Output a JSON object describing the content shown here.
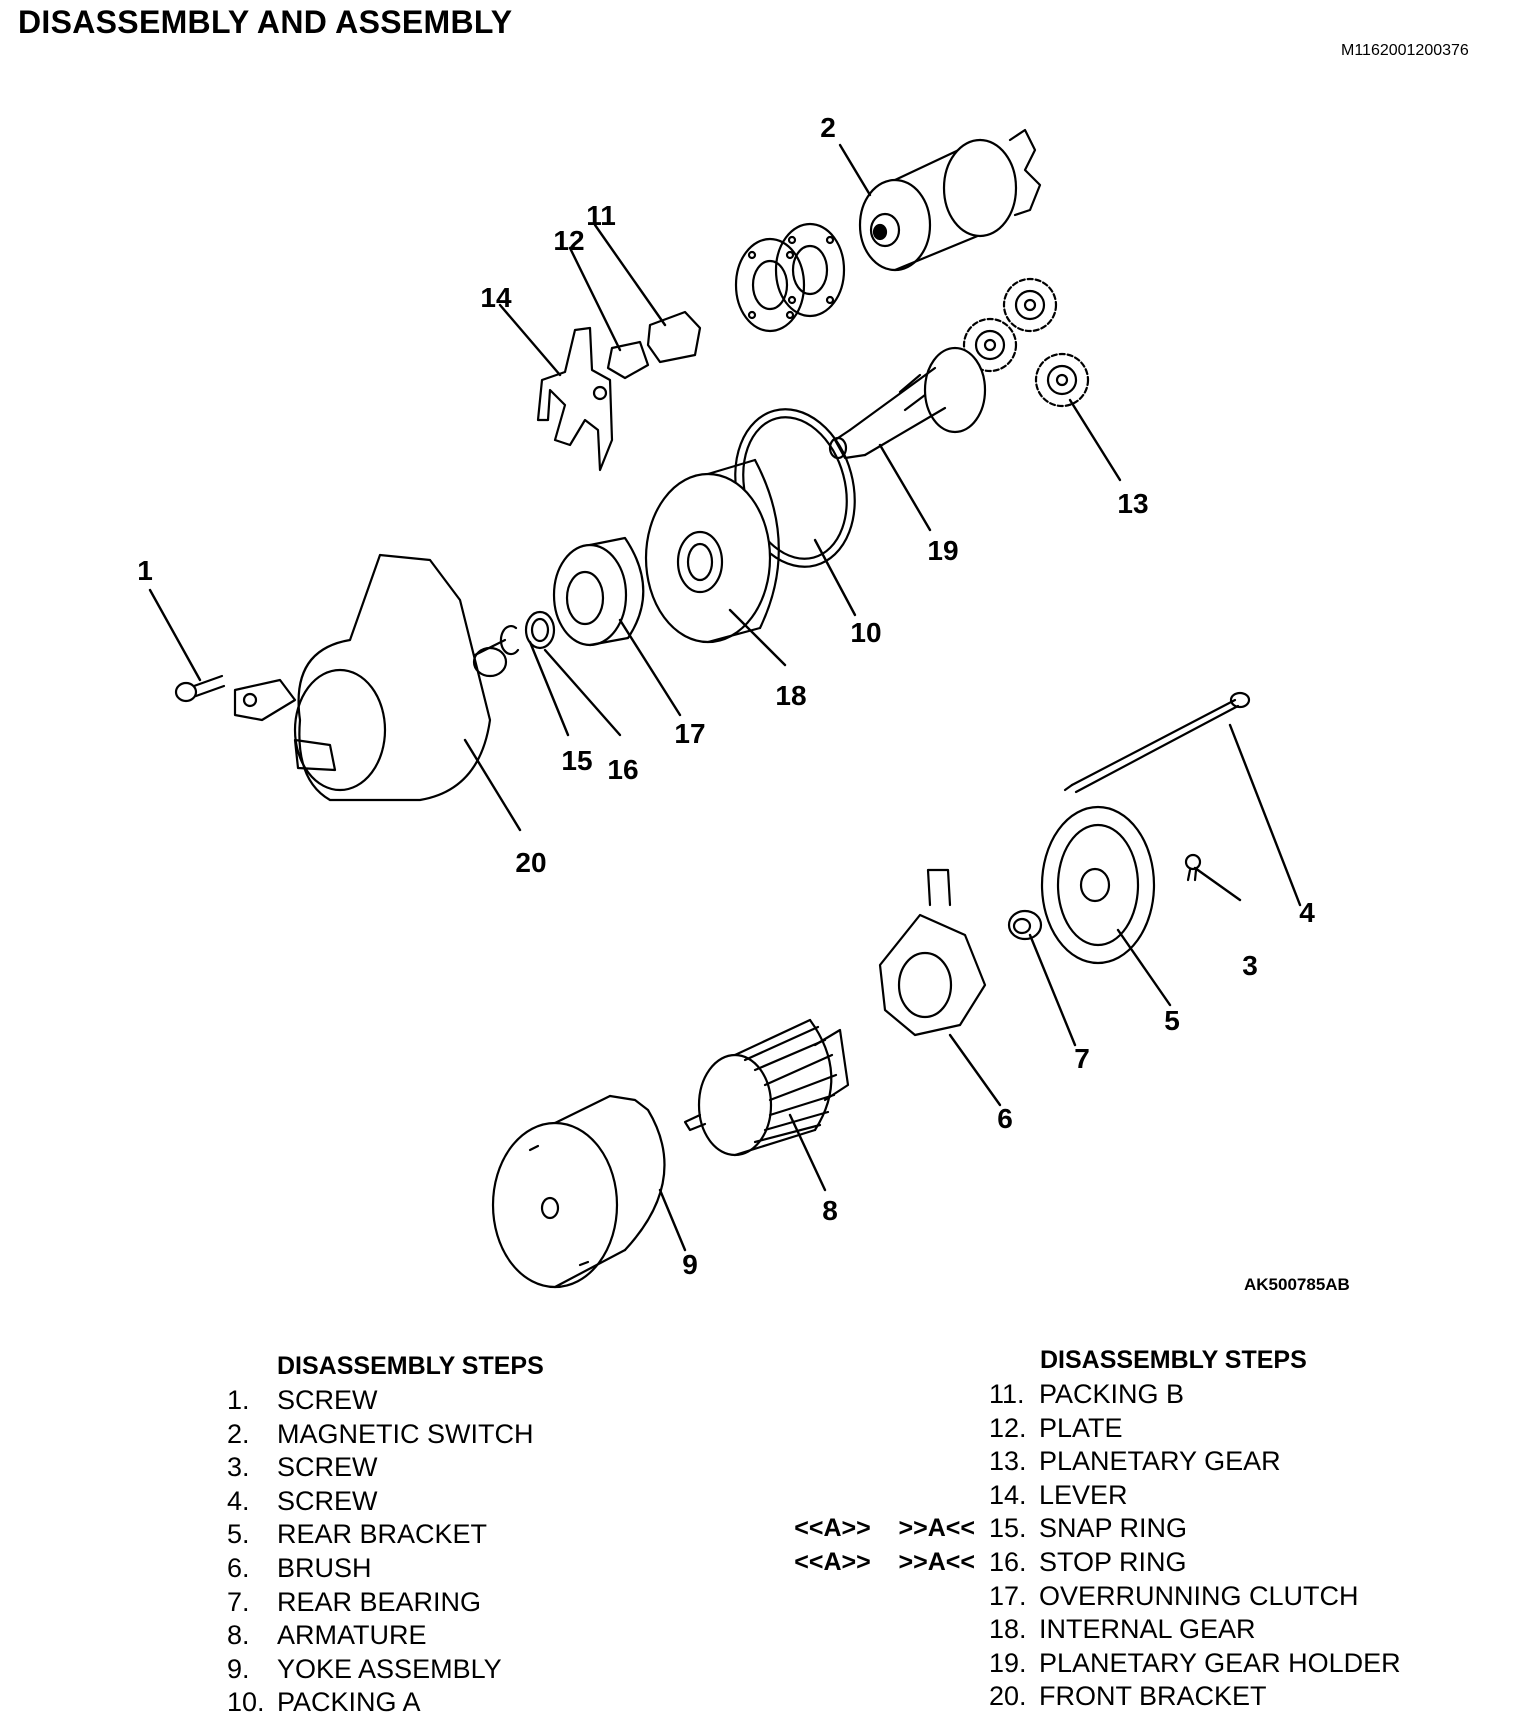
{
  "header": {
    "title": "DISASSEMBLY AND ASSEMBLY",
    "doc_id": "M1162001200376"
  },
  "figure": {
    "figure_id": "AK500785AB",
    "callouts": [
      "1",
      "2",
      "3",
      "4",
      "5",
      "6",
      "7",
      "8",
      "9",
      "10",
      "11",
      "12",
      "13",
      "14",
      "15",
      "16",
      "17",
      "18",
      "19",
      "20"
    ]
  },
  "steps_left": {
    "heading": "DISASSEMBLY STEPS",
    "items": [
      {
        "num": "1.",
        "label": "SCREW",
        "mark_a": "",
        "mark_b": ""
      },
      {
        "num": "2.",
        "label": "MAGNETIC SWITCH",
        "mark_a": "",
        "mark_b": ""
      },
      {
        "num": "3.",
        "label": "SCREW",
        "mark_a": "",
        "mark_b": ""
      },
      {
        "num": "4.",
        "label": "SCREW",
        "mark_a": "",
        "mark_b": ""
      },
      {
        "num": "5.",
        "label": "REAR BRACKET",
        "mark_a": "",
        "mark_b": ""
      },
      {
        "num": "6.",
        "label": "BRUSH",
        "mark_a": "",
        "mark_b": ""
      },
      {
        "num": "7.",
        "label": "REAR BEARING",
        "mark_a": "",
        "mark_b": ""
      },
      {
        "num": "8.",
        "label": "ARMATURE",
        "mark_a": "",
        "mark_b": ""
      },
      {
        "num": "9.",
        "label": "YOKE ASSEMBLY",
        "mark_a": "",
        "mark_b": ""
      },
      {
        "num": "10.",
        "label": "PACKING A",
        "mark_a": "",
        "mark_b": ""
      }
    ]
  },
  "steps_right": {
    "heading": "DISASSEMBLY STEPS",
    "items": [
      {
        "num": "11.",
        "label": "PACKING B",
        "mark_a": "",
        "mark_b": ""
      },
      {
        "num": "12.",
        "label": "PLATE",
        "mark_a": "",
        "mark_b": ""
      },
      {
        "num": "13.",
        "label": "PLANETARY GEAR",
        "mark_a": "",
        "mark_b": ""
      },
      {
        "num": "14.",
        "label": "LEVER",
        "mark_a": "",
        "mark_b": ""
      },
      {
        "num": "15.",
        "label": "SNAP RING",
        "mark_a": "<<A>>",
        "mark_b": ">>A<<"
      },
      {
        "num": "16.",
        "label": "STOP RING",
        "mark_a": "<<A>>",
        "mark_b": ">>A<<"
      },
      {
        "num": "17.",
        "label": "OVERRUNNING CLUTCH",
        "mark_a": "",
        "mark_b": ""
      },
      {
        "num": "18.",
        "label": "INTERNAL GEAR",
        "mark_a": "",
        "mark_b": ""
      },
      {
        "num": "19.",
        "label": "PLANETARY GEAR HOLDER",
        "mark_a": "",
        "mark_b": ""
      },
      {
        "num": "20.",
        "label": "FRONT BRACKET",
        "mark_a": "",
        "mark_b": ""
      }
    ]
  }
}
